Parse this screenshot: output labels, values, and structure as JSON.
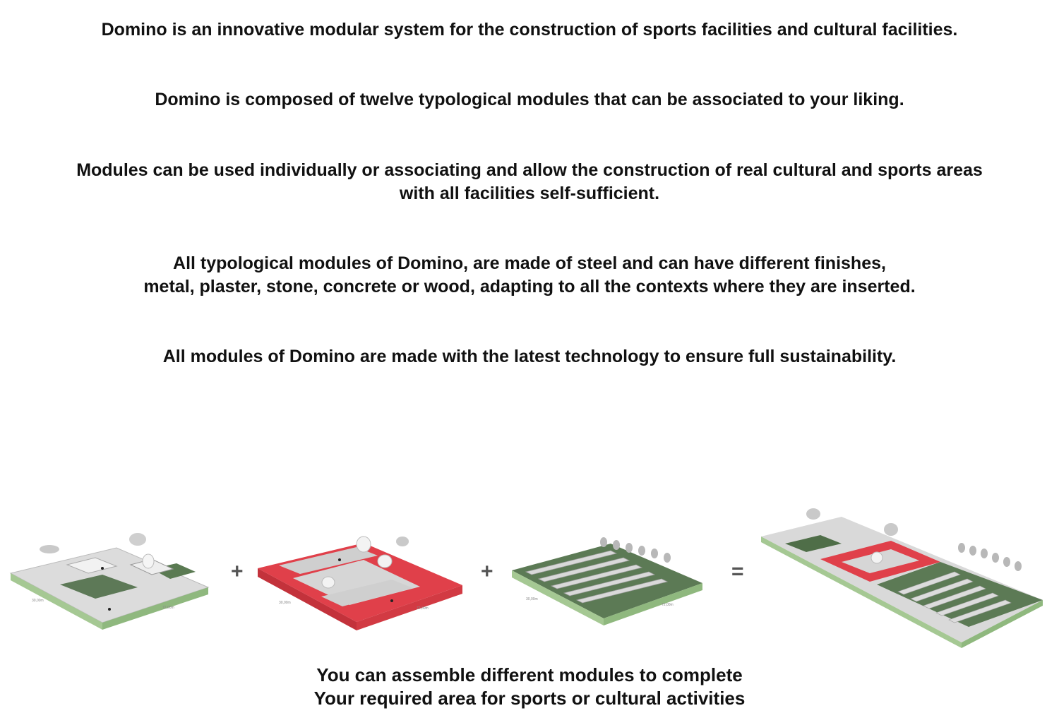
{
  "paragraphs": [
    {
      "lines": [
        "Domino is an innovative modular system for the construction of sports facilities and cultural facilities."
      ]
    },
    {
      "lines": [
        "Domino is composed of twelve typological modules that can be associated to your liking."
      ]
    },
    {
      "lines": [
        "Modules can be used individually or associating and allow the construction of real cultural and sports areas",
        "with all facilities self-sufficient."
      ]
    },
    {
      "lines": [
        "All typological modules of Domino, are made of steel and can have different finishes,",
        "metal, plaster, stone, concrete or wood, adapting to all the contexts where they are inserted."
      ]
    },
    {
      "lines": [
        "All modules of Domino are made with the latest technology to ensure full sustainability."
      ]
    }
  ],
  "operators": {
    "plus1": "+",
    "plus2": "+",
    "equals": "="
  },
  "caption": {
    "lines": [
      "You can assemble different modules to complete",
      "Your required area for sports or cultural activities"
    ]
  },
  "colors": {
    "text": "#111111",
    "module_green": "#9cc48a",
    "module_red": "#e0404a",
    "module_grey": "#d8d8d8",
    "court_green": "#4f6e48"
  },
  "modules": [
    {
      "name": "sports-module",
      "color": "green"
    },
    {
      "name": "cultural-module",
      "color": "red"
    },
    {
      "name": "seating-module",
      "color": "green"
    },
    {
      "name": "assembled-area",
      "color": "mixed"
    }
  ]
}
